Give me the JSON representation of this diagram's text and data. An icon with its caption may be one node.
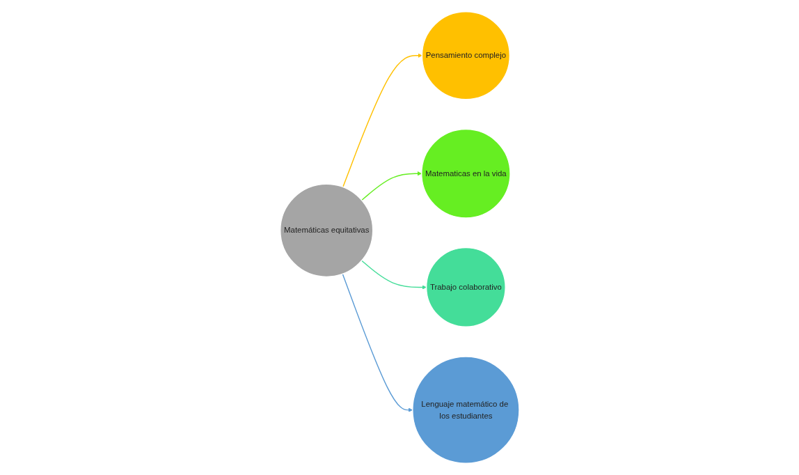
{
  "diagram": {
    "nodes": [
      {
        "text": [
          "Pensamiento complejo"
        ]
      },
      {
        "text": [
          "Lenguaje matemático de los estudiantes"
        ]
      },
      {
        "text": [
          "Matemáticas equitativas"
        ]
      },
      {
        "text": [
          "Matematicas en la vida"
        ]
      },
      {
        "text": [
          "Trabajo colaborativo"
        ]
      }
    ],
    "edges": [
      {
        "from": 2,
        "to": 0,
        "arrow": "to",
        "color": "#ffc000"
      },
      {
        "from": 2,
        "to": 3,
        "arrow": "to",
        "color": "#66ee22"
      },
      {
        "from": 2,
        "to": 4,
        "arrow": "to",
        "color": "#44dd99"
      },
      {
        "from": 2,
        "to": 1,
        "arrow": "to",
        "color": "#5b9bd5"
      }
    ]
  }
}
